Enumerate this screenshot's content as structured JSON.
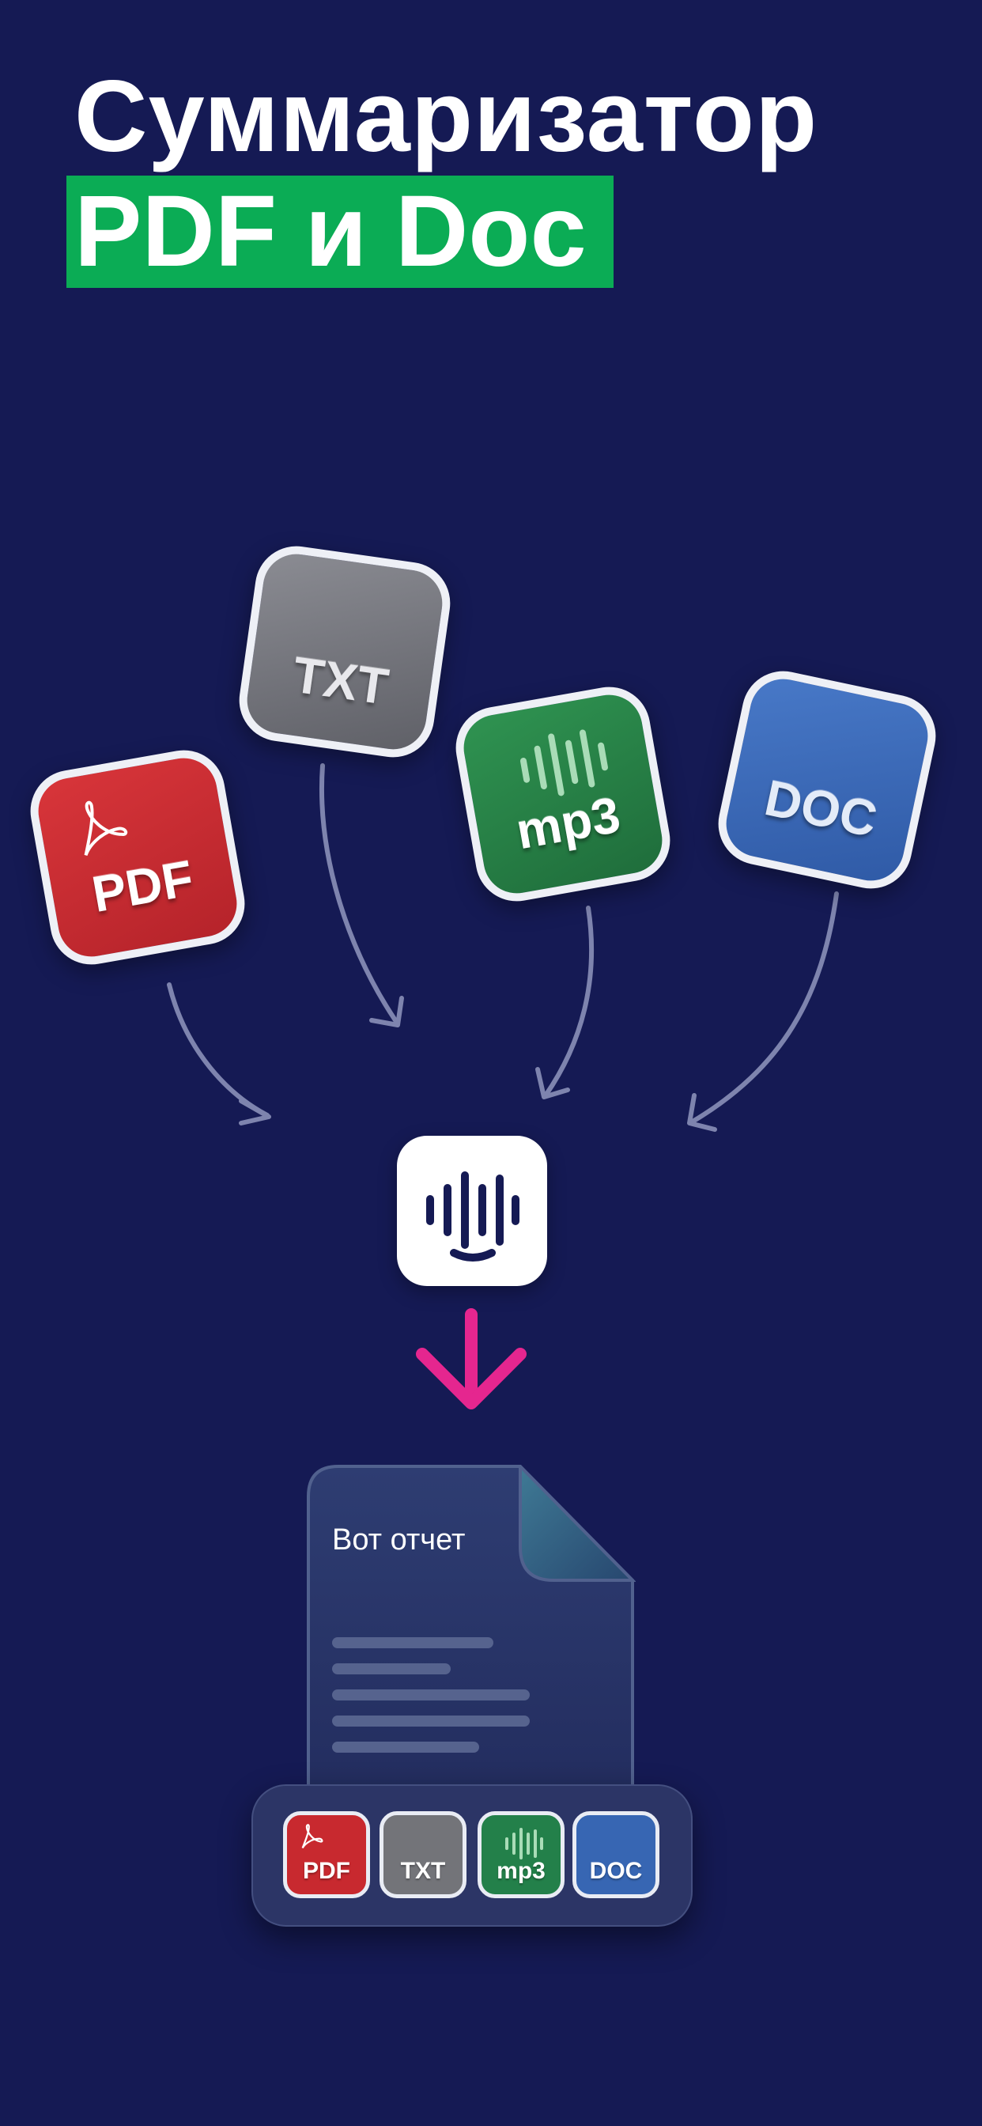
{
  "title": {
    "line1": "Суммаризатор",
    "line2": "PDF и Doc",
    "highlight_color": "#0bac55"
  },
  "background_color": "#151a54",
  "file_icons": [
    {
      "label": "PDF",
      "icon": "pdf-file-icon",
      "color": "#c8292f"
    },
    {
      "label": "TXT",
      "icon": "txt-file-icon",
      "color": "#737479"
    },
    {
      "label": "mp3",
      "icon": "mp3-file-icon",
      "color": "#23804a"
    },
    {
      "label": "DOC",
      "icon": "doc-file-icon",
      "color": "#3766b3"
    }
  ],
  "app_icon": "sound-wave-smile-icon",
  "arrow_color": "#e5268f",
  "document": {
    "title": "Вот отчет"
  },
  "tray_icons": [
    {
      "label": "PDF"
    },
    {
      "label": "TXT"
    },
    {
      "label": "mp3"
    },
    {
      "label": "DOC"
    }
  ]
}
